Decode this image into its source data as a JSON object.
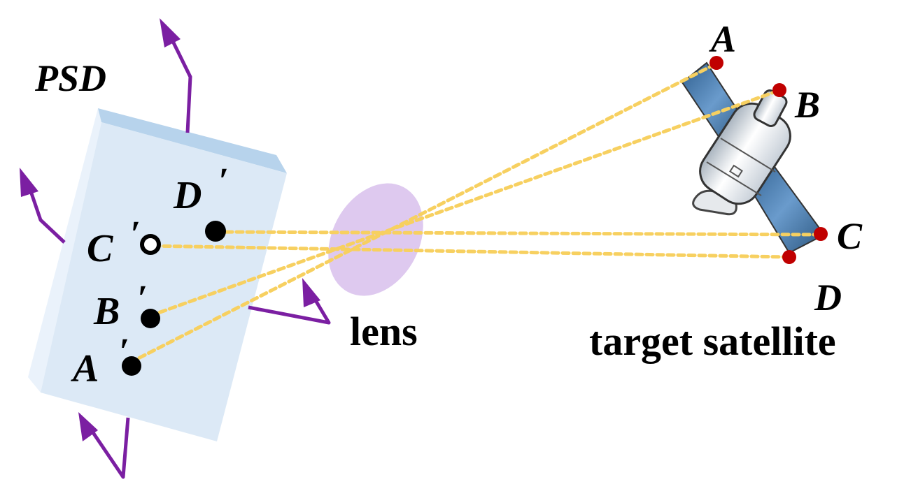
{
  "labels": {
    "psd": "PSD",
    "lens": "lens",
    "target": "target satellite",
    "sat_a": "A",
    "sat_b": "B",
    "sat_c": "C",
    "sat_d": "D",
    "img_a": "A",
    "img_b": "B",
    "img_c": "C",
    "img_d": "D",
    "prime": "′"
  },
  "colors": {
    "psd_face": "#dce9f6",
    "psd_edge": "#b3d1ea",
    "lens": "#dcc6ee",
    "ray": "#f7d060",
    "arrow": "#7b1fa2",
    "marker": "#c00000",
    "spot": "#000000",
    "panel": "#3f6f9f"
  }
}
